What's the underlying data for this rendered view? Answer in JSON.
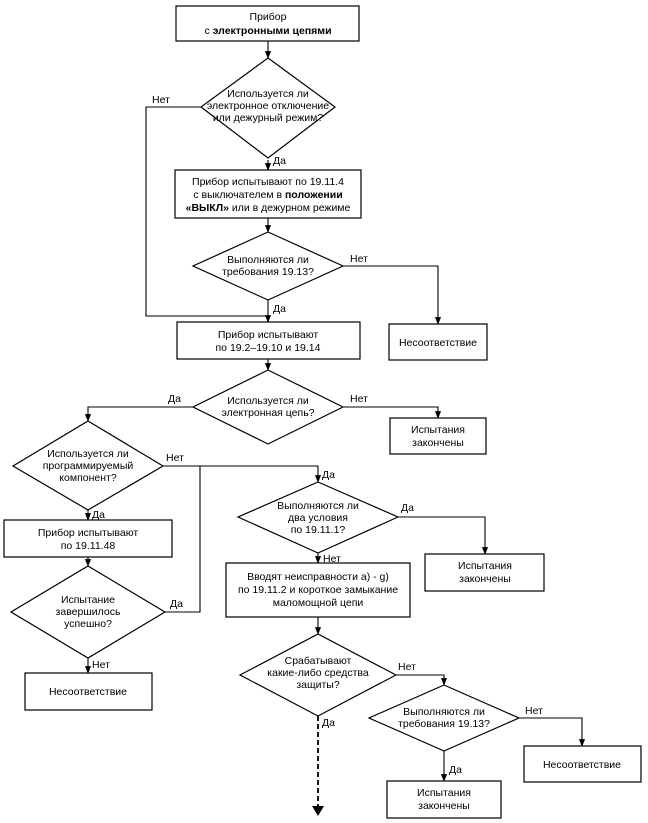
{
  "nodes": {
    "start": {
      "line1": "Прибор",
      "line2_pre": "с ",
      "line2_bold": "электронными цепями"
    },
    "q_electronic_off": {
      "lines": [
        "Используется ли",
        "электронное отключение",
        "или дежурный режим?"
      ]
    },
    "test_off": {
      "line1": "Прибор испытывают по 19.11.4",
      "line2_pre": "с выключателем в ",
      "line2_bold": "положении",
      "line3_bold": "«ВЫКЛ»",
      "line3_post": " или в дежурном режиме"
    },
    "q_req_1913_a": {
      "lines": [
        "Выполняются ли",
        "требования 19.13?"
      ]
    },
    "nonconf_a": {
      "lines": [
        "Несоответствие"
      ]
    },
    "test_19_2": {
      "lines": [
        "Прибор испытывают",
        "по 19.2–19.10 и 19.14"
      ]
    },
    "q_electronic_circuit": {
      "lines": [
        "Используется ли",
        "электронная цепь?"
      ]
    },
    "done_a": {
      "lines": [
        "Испытания",
        "закончены"
      ]
    },
    "q_programmable": {
      "lines": [
        "Используется ли",
        "программируемый",
        "компонент?"
      ]
    },
    "test_19_11_48": {
      "lines": [
        "Прибор испытывают",
        "по 19.11.48"
      ]
    },
    "q_test_success": {
      "lines": [
        "Испытание",
        "завершилось",
        "успешно?"
      ]
    },
    "nonconf_b": {
      "lines": [
        "Несоответствие"
      ]
    },
    "q_two_conditions": {
      "lines": [
        "Выполняются ли",
        "два условия",
        "по 19.11.1?"
      ]
    },
    "done_b": {
      "lines": [
        "Испытания",
        "закончены"
      ]
    },
    "faults": {
      "lines": [
        "Вводят неисправности а) - g)",
        "по 19.11.2 и короткое замыкание",
        "маломощной цепи"
      ]
    },
    "q_protection": {
      "lines": [
        "Срабатывают",
        "какие-либо средства",
        "защиты?"
      ]
    },
    "q_req_1913_b": {
      "lines": [
        "Выполняются ли",
        "требования 19.13?"
      ]
    },
    "nonconf_c": {
      "lines": [
        "Несоответствие"
      ]
    },
    "done_c": {
      "lines": [
        "Испытания",
        "закончены"
      ]
    }
  },
  "edge_labels": {
    "yes": "Да",
    "no": "Нет"
  }
}
